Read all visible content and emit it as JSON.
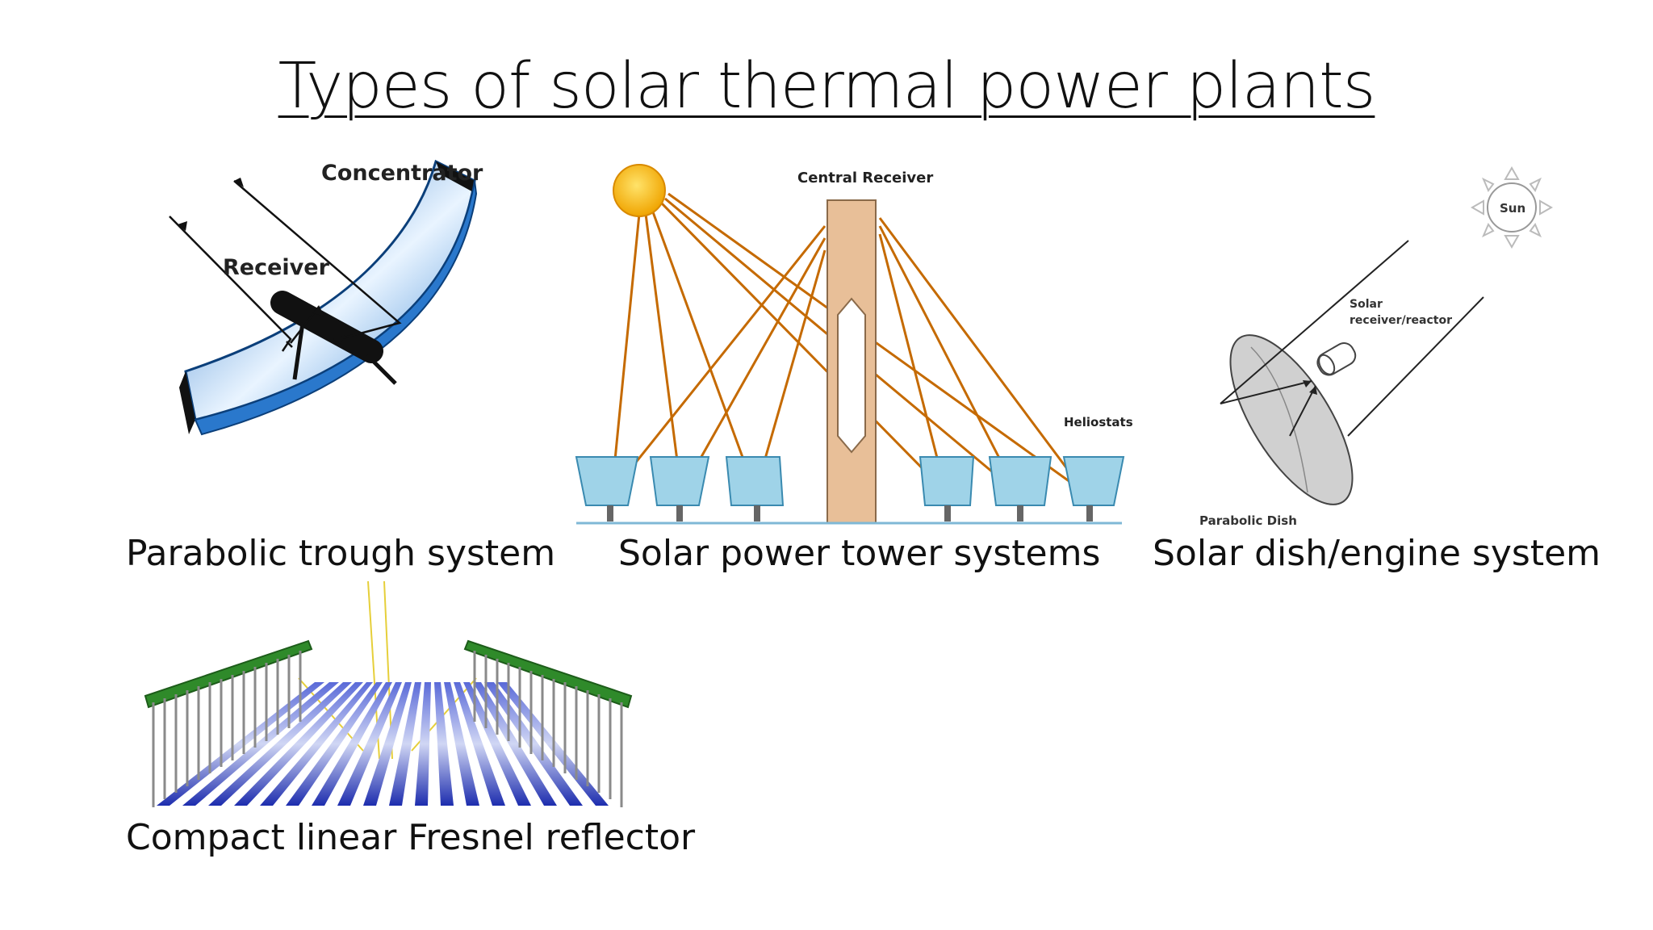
{
  "slide": {
    "title": "Types of solar thermal power plants"
  },
  "diagrams": {
    "parabolic_trough": {
      "caption": "Parabolic trough system",
      "labels": {
        "concentrator": "Concentrator",
        "receiver": "Receiver"
      }
    },
    "power_tower": {
      "caption": "Solar power tower systems",
      "labels": {
        "central_receiver": "Central Receiver",
        "heliostats": "Heliostats"
      }
    },
    "dish_engine": {
      "caption": "Solar dish/engine system",
      "labels": {
        "sun": "Sun",
        "receiver_line1": "Solar",
        "receiver_line2": "receiver/reactor",
        "dish": "Parabolic Dish"
      }
    },
    "fresnel": {
      "caption": "Compact linear Fresnel reflector"
    }
  },
  "colors": {
    "trough_blue": "#2f7fd0",
    "sun_yellow": "#f6b800",
    "ray_orange": "#c56a00",
    "tower_tan": "#e8bf98",
    "heliostat_cyan": "#9fd3e8",
    "fresnel_blue": "#2233b8",
    "fresnel_green": "#2f8a2a"
  }
}
